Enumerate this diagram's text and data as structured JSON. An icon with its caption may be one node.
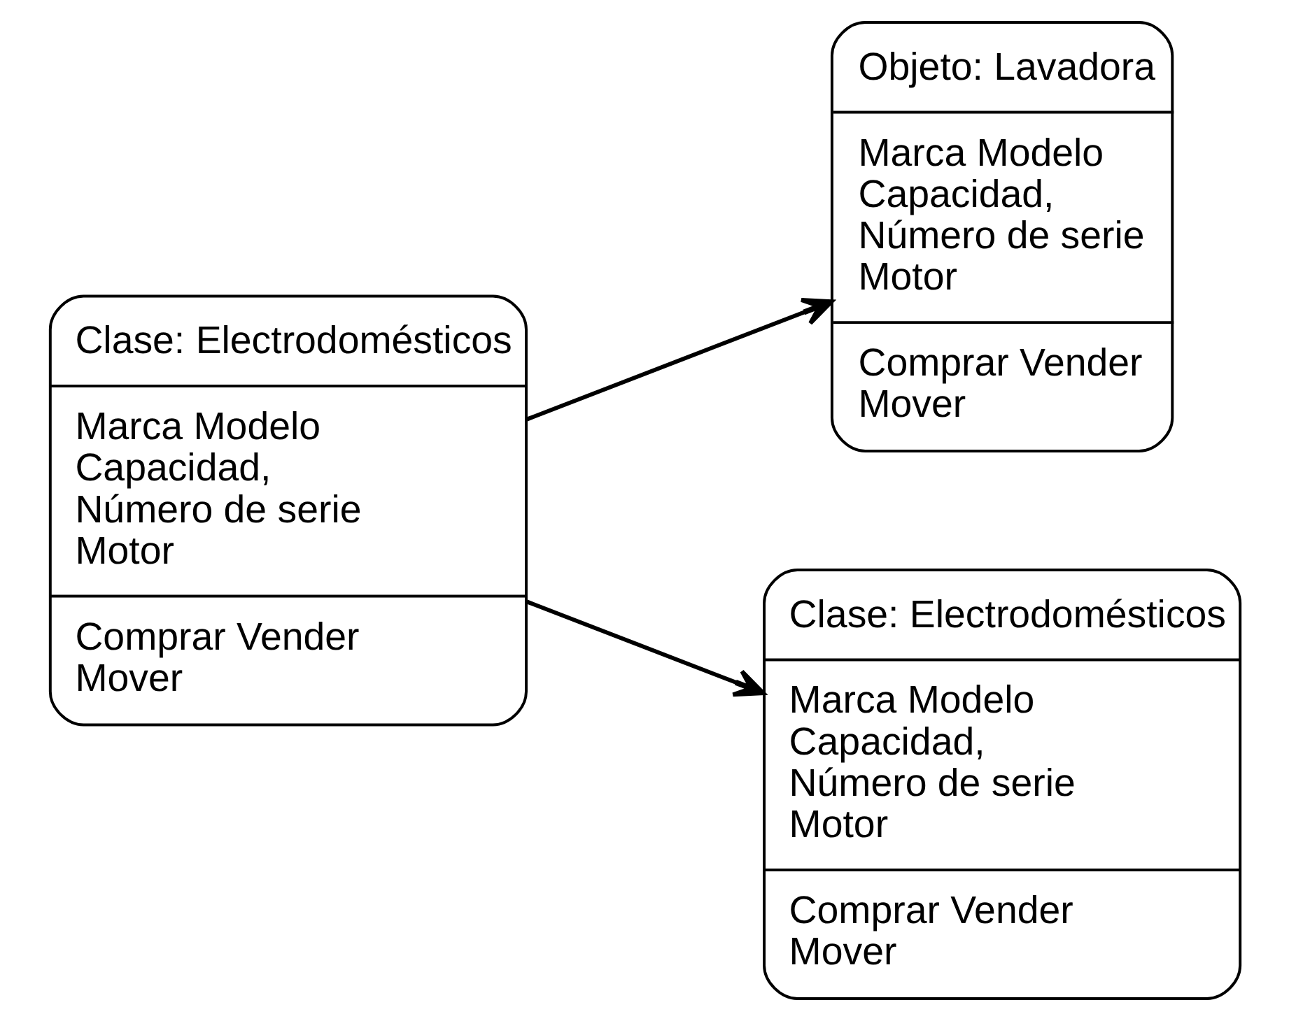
{
  "diagram": {
    "nodes": [
      {
        "text": [
          "Clase: Electrodomésticos",
          "Marca Modelo Capacidad, Número de serie Motor",
          "Comprar Vender Mover"
        ]
      },
      {
        "text": [
          "Objeto: Lavadora",
          "Marca Modelo Capacidad, Número de serie Motor",
          "Comprar Vender Mover"
        ]
      },
      {
        "text": [
          "Clase: Electrodomésticos",
          "Marca Modelo Capacidad, Número de serie Motor",
          "Comprar Vender Mover"
        ]
      }
    ],
    "edges": [
      {
        "from": 0,
        "to": 1,
        "arrow": "to"
      },
      {
        "from": 0,
        "to": 2,
        "arrow": "to"
      }
    ]
  }
}
